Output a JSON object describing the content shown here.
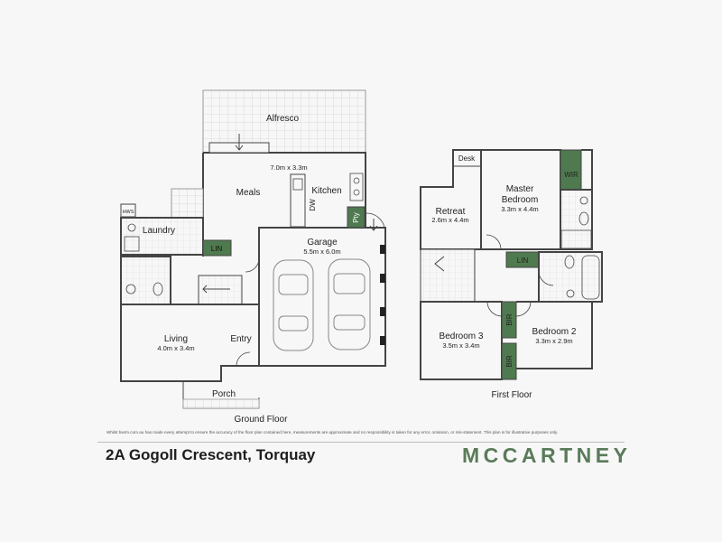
{
  "rooms": {
    "alfresco": {
      "name": "Alfresco"
    },
    "meals": {
      "name": "Meals",
      "dims": "7.0m x 3.3m"
    },
    "kitchen": {
      "name": "Kitchen"
    },
    "dw": {
      "name": "DW"
    },
    "pantry": {
      "name": "Pty"
    },
    "hws": {
      "name": "HWS"
    },
    "laundry": {
      "name": "Laundry"
    },
    "lin_ground": {
      "name": "LIN"
    },
    "garage": {
      "name": "Garage",
      "dims": "5.5m x 6.0m"
    },
    "living": {
      "name": "Living",
      "dims": "4.0m x 3.4m"
    },
    "entry": {
      "name": "Entry"
    },
    "porch": {
      "name": "Porch"
    },
    "desk": {
      "name": "Desk"
    },
    "retreat": {
      "name": "Retreat",
      "dims": "2.6m x 4.4m"
    },
    "master_line1": {
      "name": "Master"
    },
    "master_line2": {
      "name": "Bedroom",
      "dims": "3.3m x 4.4m"
    },
    "wir": {
      "name": "WIR"
    },
    "lin_first": {
      "name": "LIN"
    },
    "bedroom3": {
      "name": "Bedroom 3",
      "dims": "3.5m x 3.4m"
    },
    "bedroom2": {
      "name": "Bedroom 2",
      "dims": "3.3m x 2.9m"
    },
    "bir_top": {
      "name": "BIR"
    },
    "bir_bottom": {
      "name": "BIR"
    }
  },
  "floors": {
    "ground": "Ground Floor",
    "first": "First Floor"
  },
  "disclaimer": "Whilst bwrm.com.au has made every attempt to ensure the accuracy of the floor plan contained here, measurements are approximate and no responsibility is taken for any error, omission, or mis-statement. This plan is for illustrative purposes only.",
  "address": "2A Gogoll Crescent, Torquay",
  "brand": "MCCARTNEY",
  "colors": {
    "wall": "#444444",
    "built_in_fill": "#4f7a4f",
    "hatch": "#cfcfcf",
    "brand": "#5a7b5a"
  }
}
